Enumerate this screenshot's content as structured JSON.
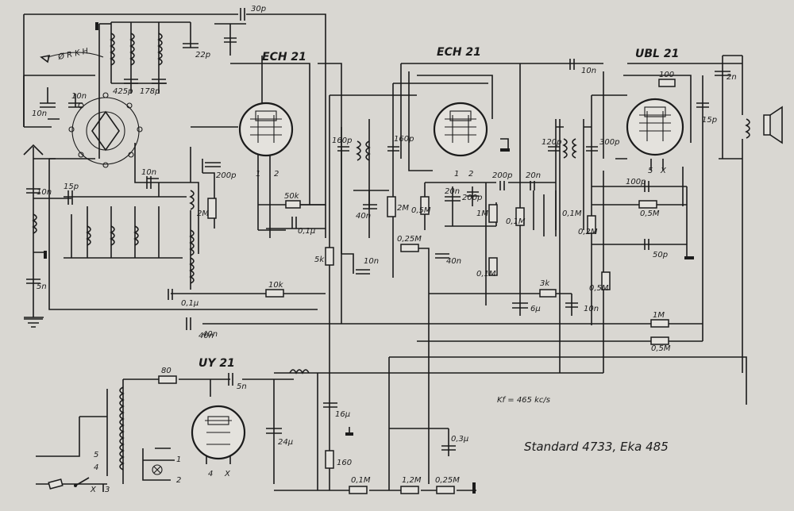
{
  "title": "Standard 4733, Eka 485",
  "if_frequency": "Kf = 465 kc/s",
  "tubes": [
    {
      "id": "v1",
      "label": "ECH 21"
    },
    {
      "id": "v2",
      "label": "ECH 21"
    },
    {
      "id": "v3",
      "label": "UBL 21"
    },
    {
      "id": "v4",
      "label": "UY 21"
    }
  ],
  "band_switch_letters": "Ø R K H",
  "pin_labels": {
    "v1_p1": "1",
    "v1_p2": "2",
    "v2_p1": "1",
    "v2_p2": "2",
    "v3_p1": "5",
    "v3_p2": "X",
    "v4_p1": "4",
    "v4_p2": "X"
  },
  "mains_taps": [
    "5",
    "4",
    "3",
    "X"
  ],
  "lamp_terminals": [
    "1",
    "2"
  ],
  "components": [
    {
      "id": "c30p",
      "label": "30p"
    },
    {
      "id": "c22p",
      "label": "22p"
    },
    {
      "id": "c425p",
      "label": "425p"
    },
    {
      "id": "c178p",
      "label": "178p"
    },
    {
      "id": "c10n_a",
      "label": "10n"
    },
    {
      "id": "c10n_b",
      "label": "10n"
    },
    {
      "id": "c10n_ant",
      "label": "10n"
    },
    {
      "id": "c15p_ant",
      "label": "15p"
    },
    {
      "id": "c5n_ant",
      "label": "5n"
    },
    {
      "id": "c10n_osc",
      "label": "10n"
    },
    {
      "id": "c200p_a",
      "label": "200p"
    },
    {
      "id": "r2m_a",
      "label": "2M"
    },
    {
      "id": "c01u_a",
      "label": "0,1μ"
    },
    {
      "id": "c40n_a",
      "label": "40n"
    },
    {
      "id": "r10k",
      "label": "10k"
    },
    {
      "id": "c01u_b",
      "label": "0,1μ"
    },
    {
      "id": "r50k",
      "label": "50k"
    },
    {
      "id": "r5k",
      "label": "5k"
    },
    {
      "id": "c160p_a",
      "label": "160p"
    },
    {
      "id": "c160p_b",
      "label": "160p"
    },
    {
      "id": "c40n_b",
      "label": "40n"
    },
    {
      "id": "r2m_b",
      "label": "2M"
    },
    {
      "id": "c10n_c",
      "label": "10n"
    },
    {
      "id": "r025m_a",
      "label": "0,25M"
    },
    {
      "id": "c40n_c",
      "label": "40n"
    },
    {
      "id": "r05m_a",
      "label": "0,5M"
    },
    {
      "id": "c20n_a",
      "label": "20n"
    },
    {
      "id": "c200p_b",
      "label": "200p"
    },
    {
      "id": "c200p_c",
      "label": "200p"
    },
    {
      "id": "r1m_pot",
      "label": "1M"
    },
    {
      "id": "r01m_a",
      "label": "0,1M"
    },
    {
      "id": "c20n_b",
      "label": "20n"
    },
    {
      "id": "r01m_b",
      "label": "0,1M"
    },
    {
      "id": "r01m_c",
      "label": "0,1M"
    },
    {
      "id": "c10n_d",
      "label": "10n"
    },
    {
      "id": "c120p",
      "label": "120p"
    },
    {
      "id": "c300p",
      "label": "300p"
    },
    {
      "id": "r3k",
      "label": "3k"
    },
    {
      "id": "c6u",
      "label": "6μ"
    },
    {
      "id": "c10n_e",
      "label": "10n"
    },
    {
      "id": "r100",
      "label": "100"
    },
    {
      "id": "c2n",
      "label": "2n"
    },
    {
      "id": "c15p_out",
      "label": "15p"
    },
    {
      "id": "c100p",
      "label": "100p"
    },
    {
      "id": "r05m_b",
      "label": "0,5M"
    },
    {
      "id": "r02m",
      "label": "0,2M"
    },
    {
      "id": "c50p",
      "label": "50p"
    },
    {
      "id": "r05m_c",
      "label": "0,5M"
    },
    {
      "id": "r1m",
      "label": "1M"
    },
    {
      "id": "r05m_d",
      "label": "0,5M"
    },
    {
      "id": "c40n_d",
      "label": "40n"
    },
    {
      "id": "r80",
      "label": "80"
    },
    {
      "id": "c5n_ps",
      "label": "5n"
    },
    {
      "id": "c16u",
      "label": "16μ"
    },
    {
      "id": "c24u",
      "label": "24μ"
    },
    {
      "id": "r160",
      "label": "160"
    },
    {
      "id": "r01m_ps",
      "label": "0,1M"
    },
    {
      "id": "r12m_ps",
      "label": "1,2M"
    },
    {
      "id": "r025m_ps",
      "label": "0,25M"
    },
    {
      "id": "c03u",
      "label": "0,3μ"
    }
  ]
}
